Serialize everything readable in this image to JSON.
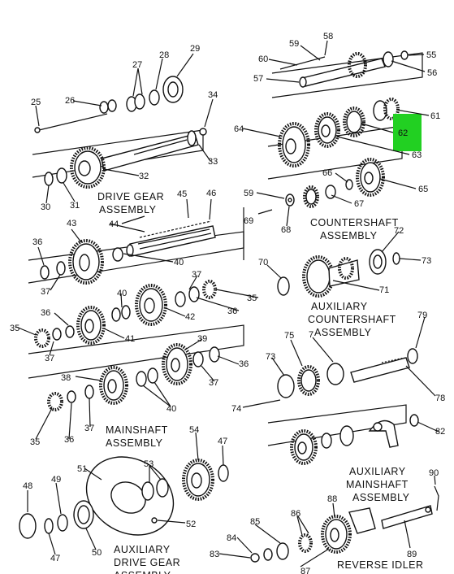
{
  "assemblies": [
    {
      "id": "drive-gear",
      "lines": [
        "DRIVE GEAR",
        "ASSEMBLY"
      ]
    },
    {
      "id": "countershaft",
      "lines": [
        "COUNTERSHAFT",
        "ASSEMBLY"
      ]
    },
    {
      "id": "aux-countershaft",
      "lines": [
        "AUXILIARY",
        "COUNTERSHAFT",
        "ASSEMBLY"
      ]
    },
    {
      "id": "mainshaft",
      "lines": [
        "MAINSHAFT",
        "ASSEMBLY"
      ]
    },
    {
      "id": "aux-mainshaft",
      "lines": [
        "AUXILIARY",
        "MAINSHAFT",
        "ASSEMBLY"
      ]
    },
    {
      "id": "aux-drive-gear",
      "lines": [
        "AUXILIARY",
        "DRIVE GEAR",
        "ASSEMBLY"
      ]
    },
    {
      "id": "reverse-idler",
      "lines": [
        "REVERSE  IDLER"
      ]
    }
  ],
  "callouts": [
    "25",
    "26",
    "27",
    "28",
    "29",
    "34",
    "32",
    "33",
    "30",
    "31",
    "58",
    "59",
    "60",
    "55",
    "57",
    "56",
    "61",
    "62",
    "63",
    "64",
    "65",
    "66",
    "67",
    "59",
    "69",
    "68",
    "46",
    "45",
    "44",
    "43",
    "36",
    "37",
    "40",
    "70",
    "72",
    "73",
    "71",
    "37",
    "40",
    "35",
    "36",
    "42",
    "36",
    "35",
    "37",
    "41",
    "79",
    "75",
    "7",
    "73",
    "74",
    "78",
    "39",
    "36",
    "38",
    "37",
    "40",
    "35",
    "36",
    "37",
    "54",
    "47",
    "51",
    "53",
    "52",
    "82",
    "48",
    "49",
    "47",
    "50",
    "90",
    "85",
    "86",
    "84",
    "83",
    "87",
    "88",
    "89"
  ],
  "highlight": {
    "part": "62",
    "color": "#22d022"
  }
}
